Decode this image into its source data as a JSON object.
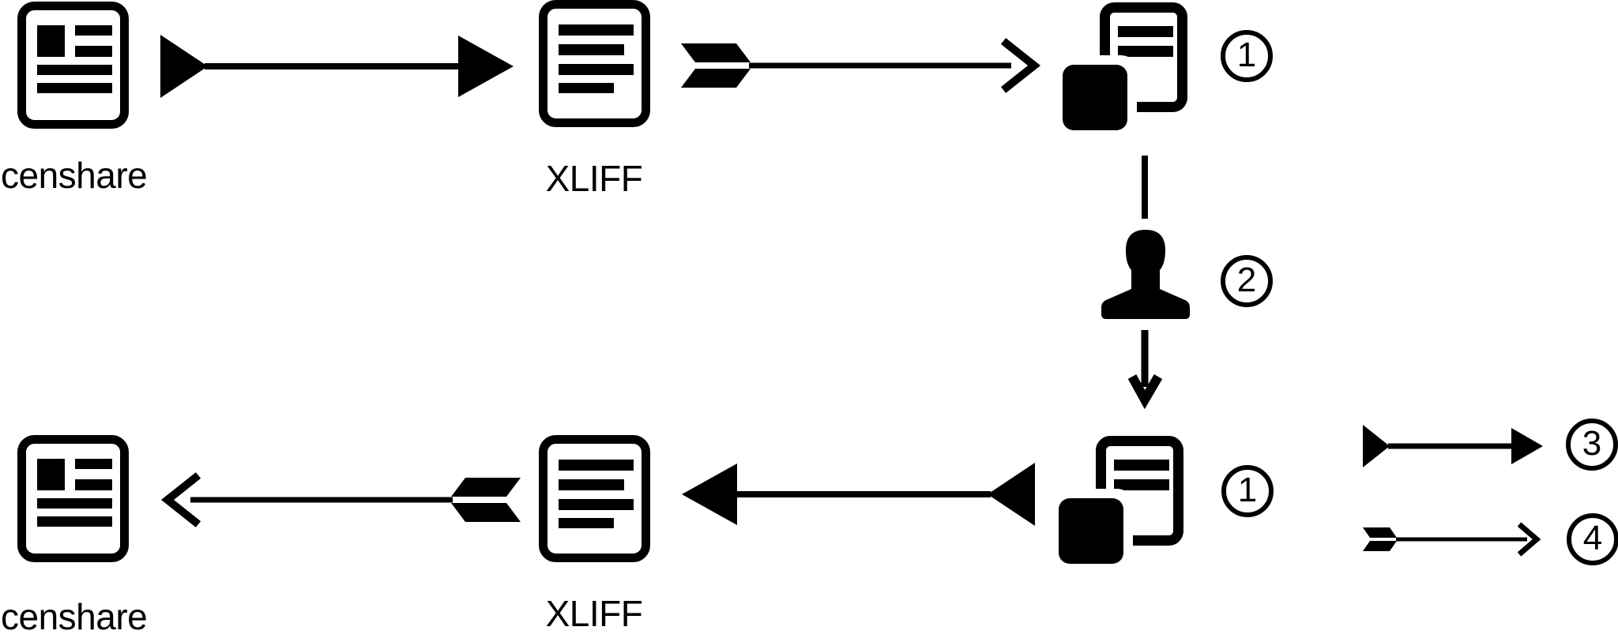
{
  "page": {
    "background_color": "#ffffff",
    "foreground_color": "#000000"
  },
  "top_flow": {
    "censhare_label": "censhare",
    "xliff_label": "XLIFF",
    "copy_step_badge": "1"
  },
  "review_step": {
    "translator_step_badge": "2"
  },
  "bottom_flow": {
    "censhare_label": "censhare",
    "xliff_label": "XLIFF",
    "copy_step_badge": "1"
  },
  "legend": {
    "solid_arrow_badge": "3",
    "feathered_arrow_badge": "4"
  },
  "icons": {
    "censhare": "document-with-image-and-text-lines-icon",
    "xliff": "document-with-text-lines-icon",
    "copy": "document-copy-icon",
    "person": "person-silhouette-icon",
    "solid_arrow": "filled-triangle-tail-arrow",
    "feathered_arrow": "fletched-open-head-arrow"
  }
}
